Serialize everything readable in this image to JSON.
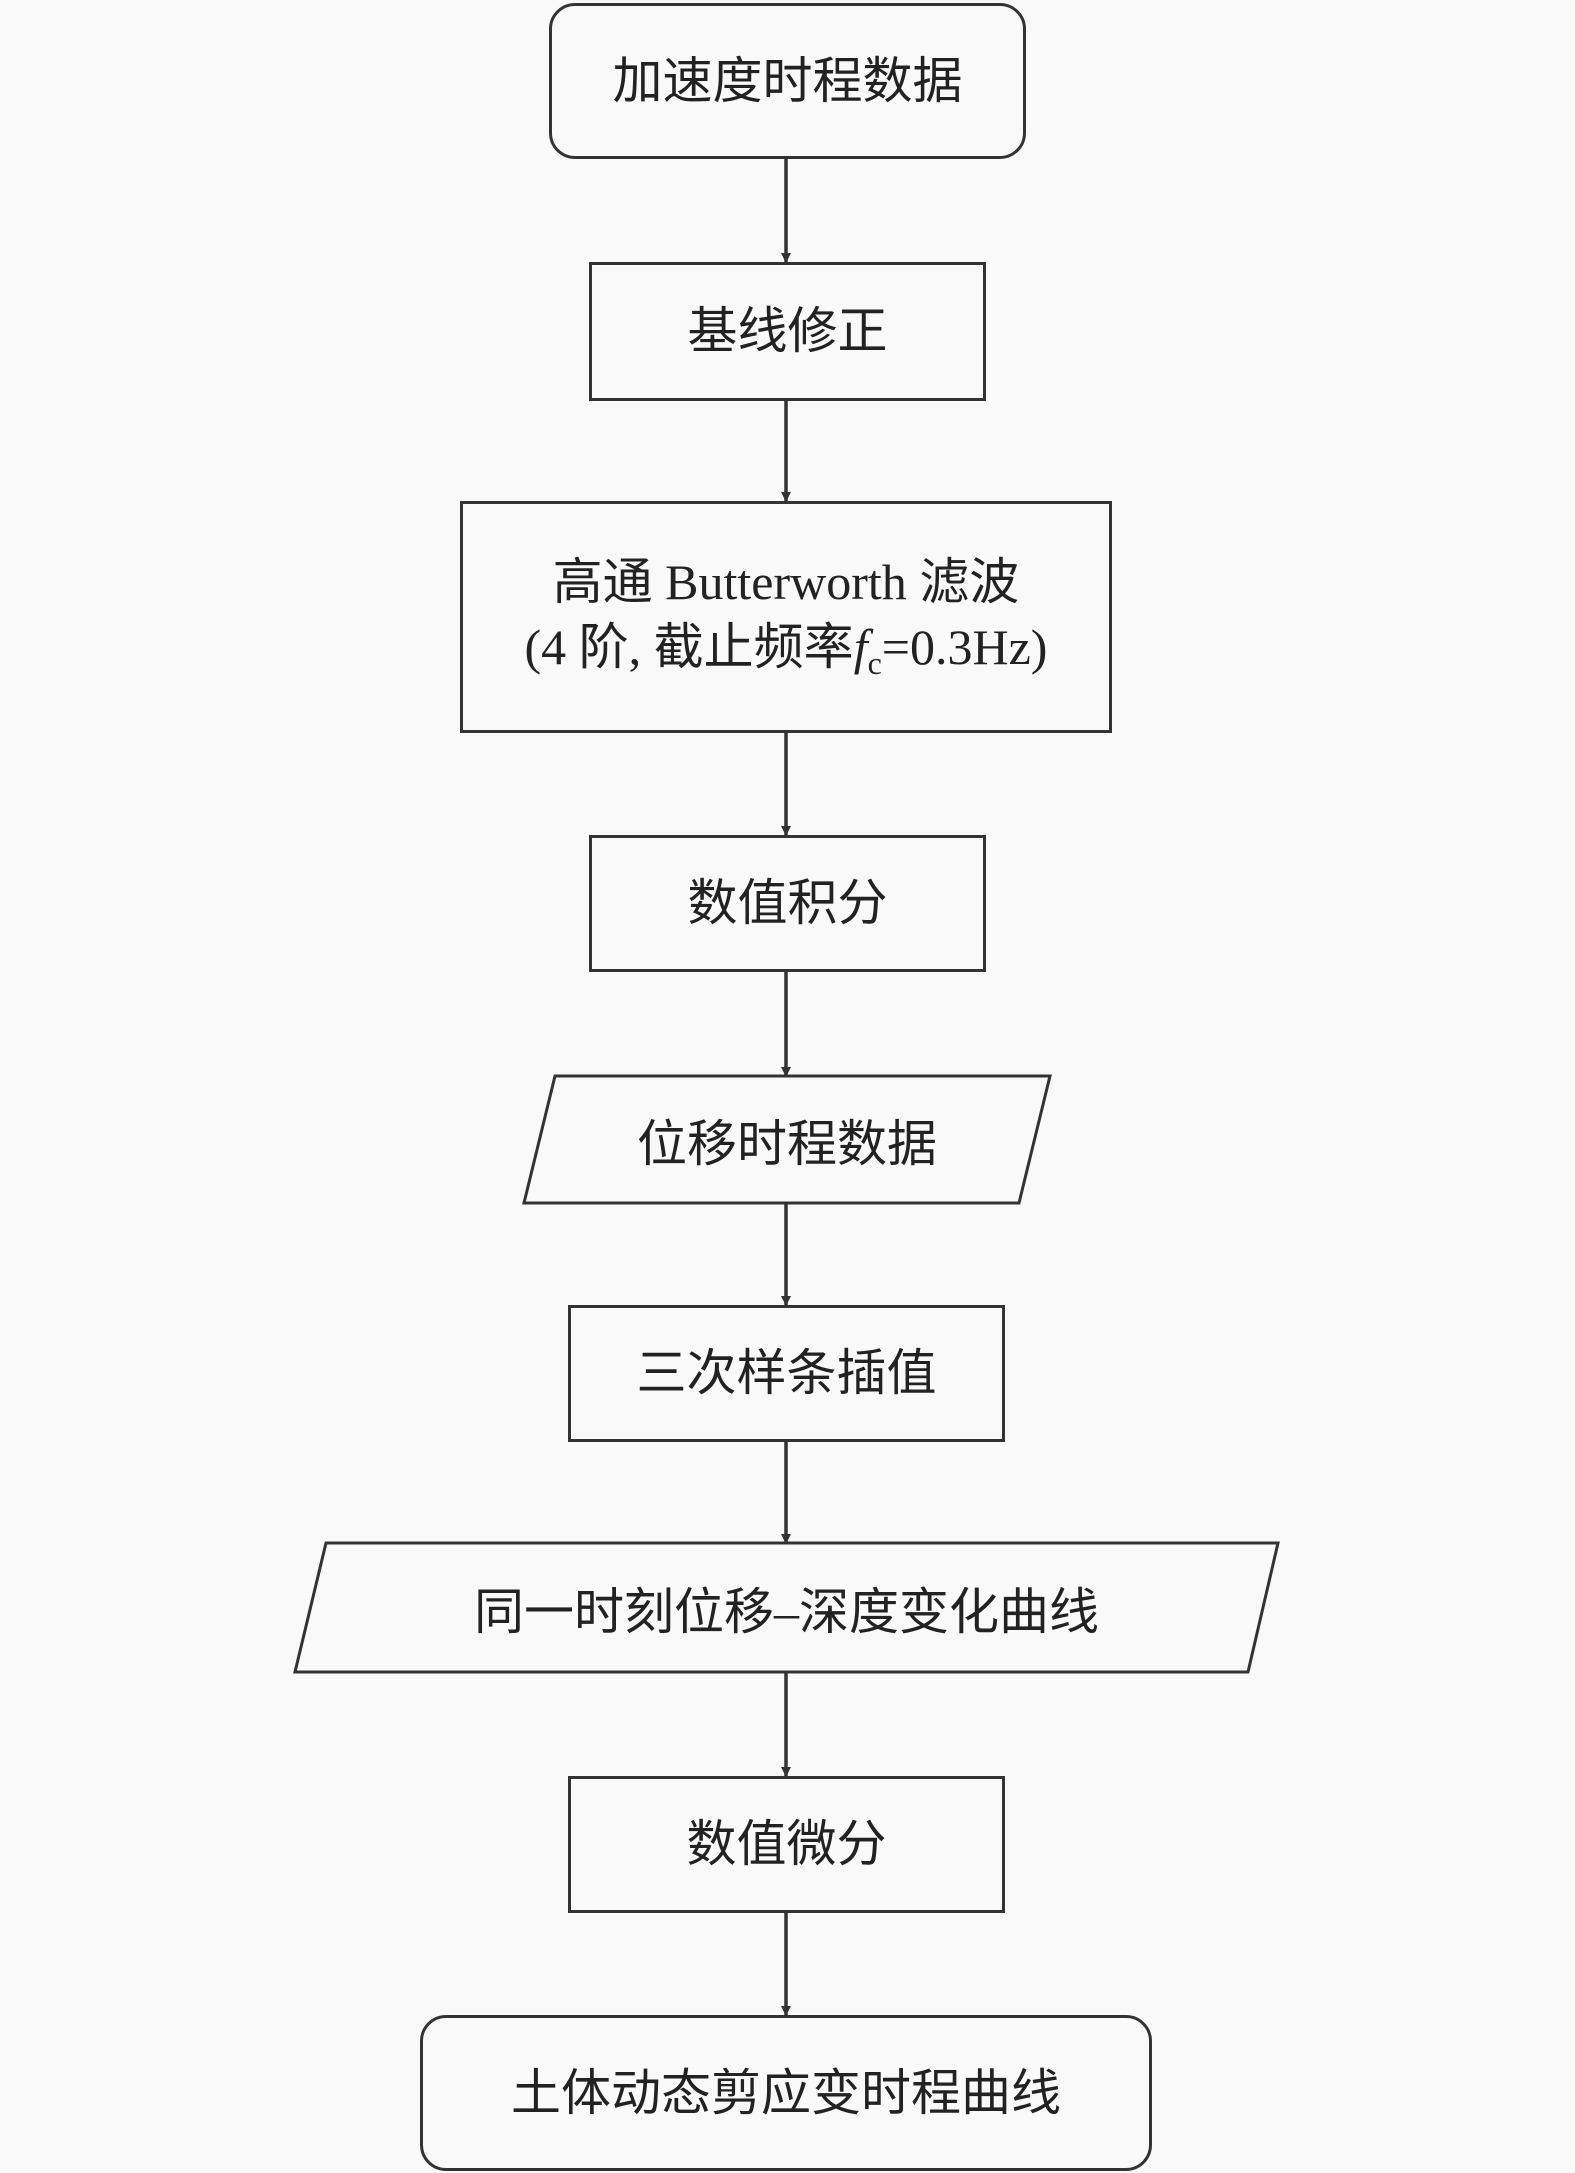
{
  "flowchart": {
    "steps": [
      {
        "label": "加速度时程数据",
        "shape": "rounded"
      },
      {
        "label": "基线修正",
        "shape": "rect"
      },
      {
        "label_line1": "高通 Butterworth 滤波",
        "label_line2_prefix": "(4 阶, 截止频率",
        "label_line2_var": "f",
        "label_line2_sub": "c",
        "label_line2_suffix": "=0.3Hz)",
        "shape": "rect"
      },
      {
        "label": "数值积分",
        "shape": "rect"
      },
      {
        "label": "位移时程数据",
        "shape": "parallelogram"
      },
      {
        "label": "三次样条插值",
        "shape": "rect"
      },
      {
        "label": "同一时刻位移–深度变化曲线",
        "shape": "parallelogram"
      },
      {
        "label": "数值微分",
        "shape": "rect"
      },
      {
        "label": "土体动态剪应变时程曲线",
        "shape": "rounded"
      }
    ]
  }
}
